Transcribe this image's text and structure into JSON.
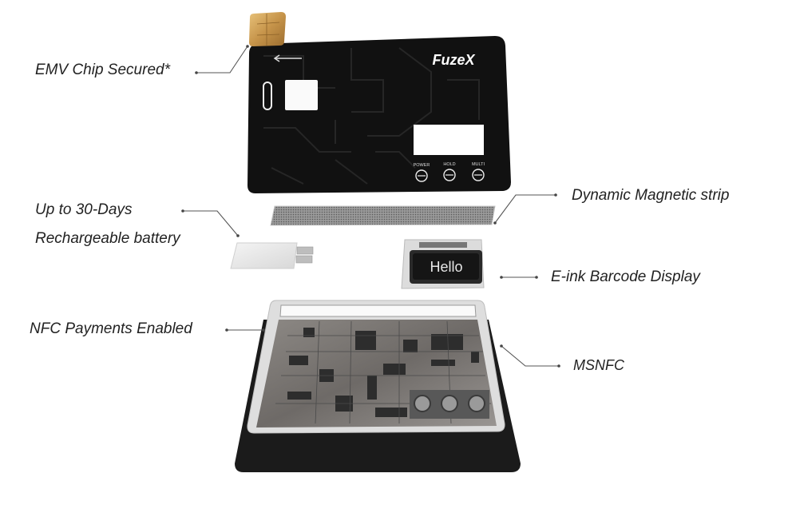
{
  "card": {
    "brand": "FuzeX",
    "buttons": [
      "POWER",
      "HOLD",
      "MULTI"
    ]
  },
  "eink": {
    "text": "Hello"
  },
  "labels": {
    "emv": "EMV Chip Secured*",
    "battery_line1": "Up to 30-Days",
    "battery_line2": "Rechargeable battery",
    "nfc": "NFC Payments Enabled",
    "magstrip": "Dynamic Magnetic strip",
    "eink": "E-ink Barcode Display",
    "msnfc": "MSNFC"
  },
  "colors": {
    "card_body": "#111111",
    "chip_gold": "#c99a4e",
    "pcb": "#7a7673",
    "base": "#1b1b1b"
  }
}
